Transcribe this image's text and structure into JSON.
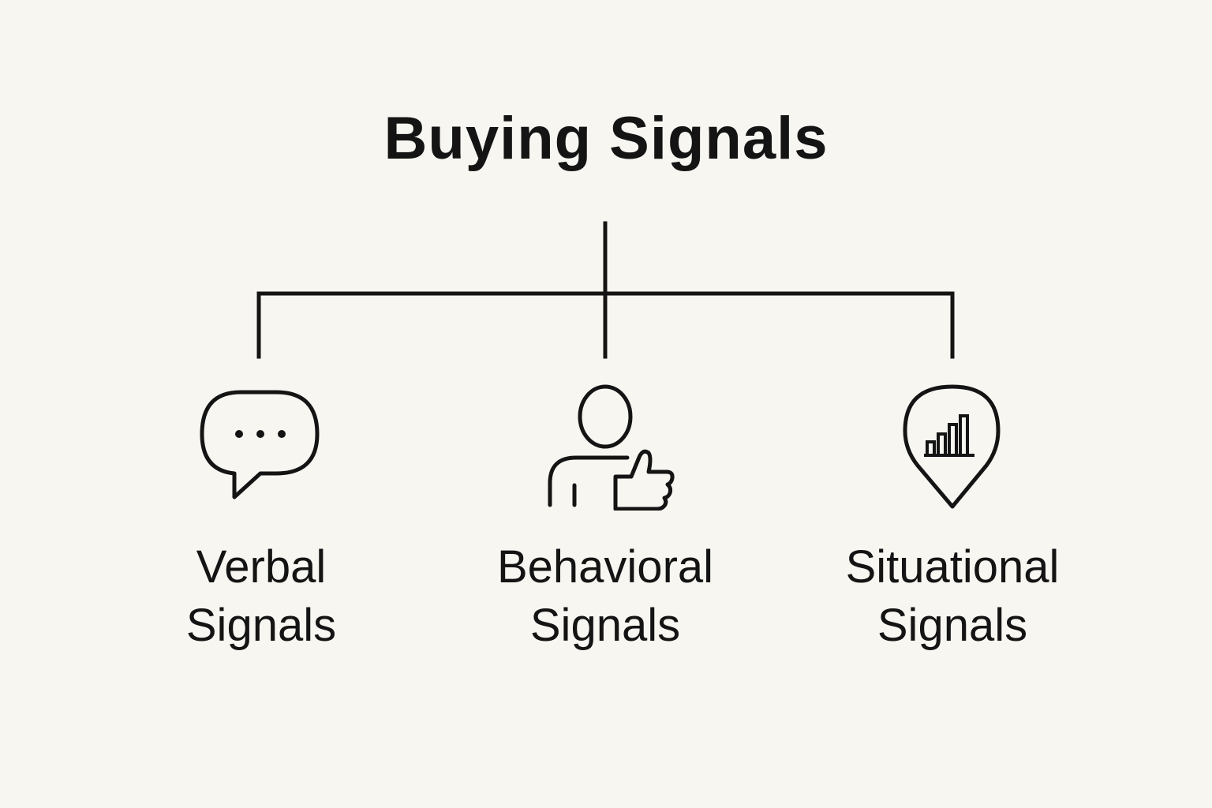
{
  "diagram": {
    "title": "Buying Signals",
    "branches": [
      {
        "icon": "speech-bubble-icon",
        "label_line1": "Verbal",
        "label_line2": "Signals"
      },
      {
        "icon": "person-thumbs-up-icon",
        "label_line1": "Behavioral",
        "label_line2": "Signals"
      },
      {
        "icon": "location-pin-bar-chart-icon",
        "label_line1": "Situational",
        "label_line2": "Signals"
      }
    ]
  },
  "colors": {
    "background": "#f8f6f1",
    "ink": "#141414"
  }
}
